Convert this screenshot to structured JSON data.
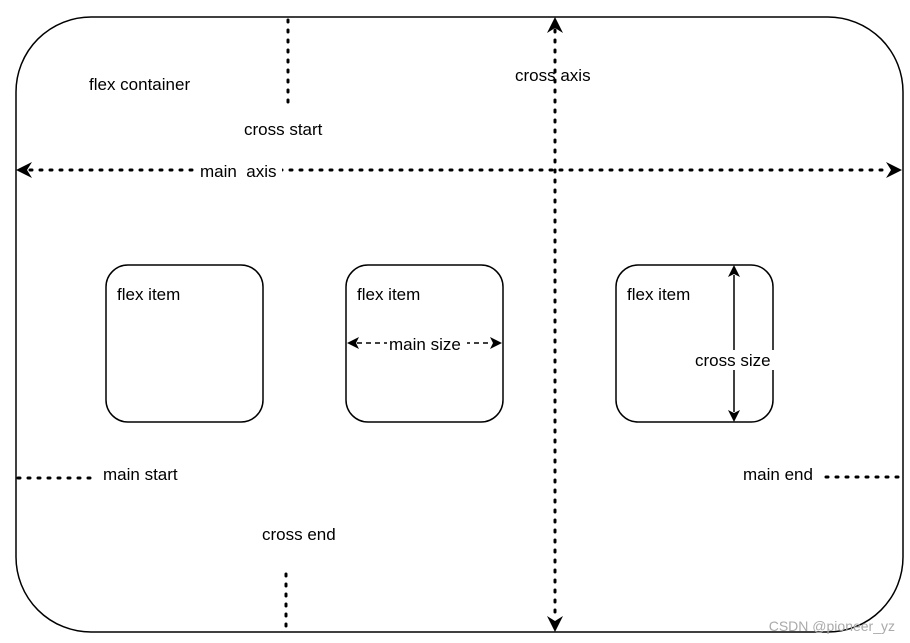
{
  "container": {
    "label": "flex container"
  },
  "axes": {
    "main_axis": "main  axis",
    "cross_axis": "cross axis",
    "cross_start": "cross start",
    "cross_end": "cross end",
    "main_start": "main start",
    "main_end": "main end"
  },
  "items": [
    {
      "label": "flex item"
    },
    {
      "label": "flex item",
      "annotation": "main size"
    },
    {
      "label": "flex item",
      "annotation": "cross size"
    }
  ],
  "watermark": "CSDN @pioneer_yz",
  "colors": {
    "stroke": "#000000",
    "background": "#ffffff",
    "watermark": "#aaaaaa"
  }
}
